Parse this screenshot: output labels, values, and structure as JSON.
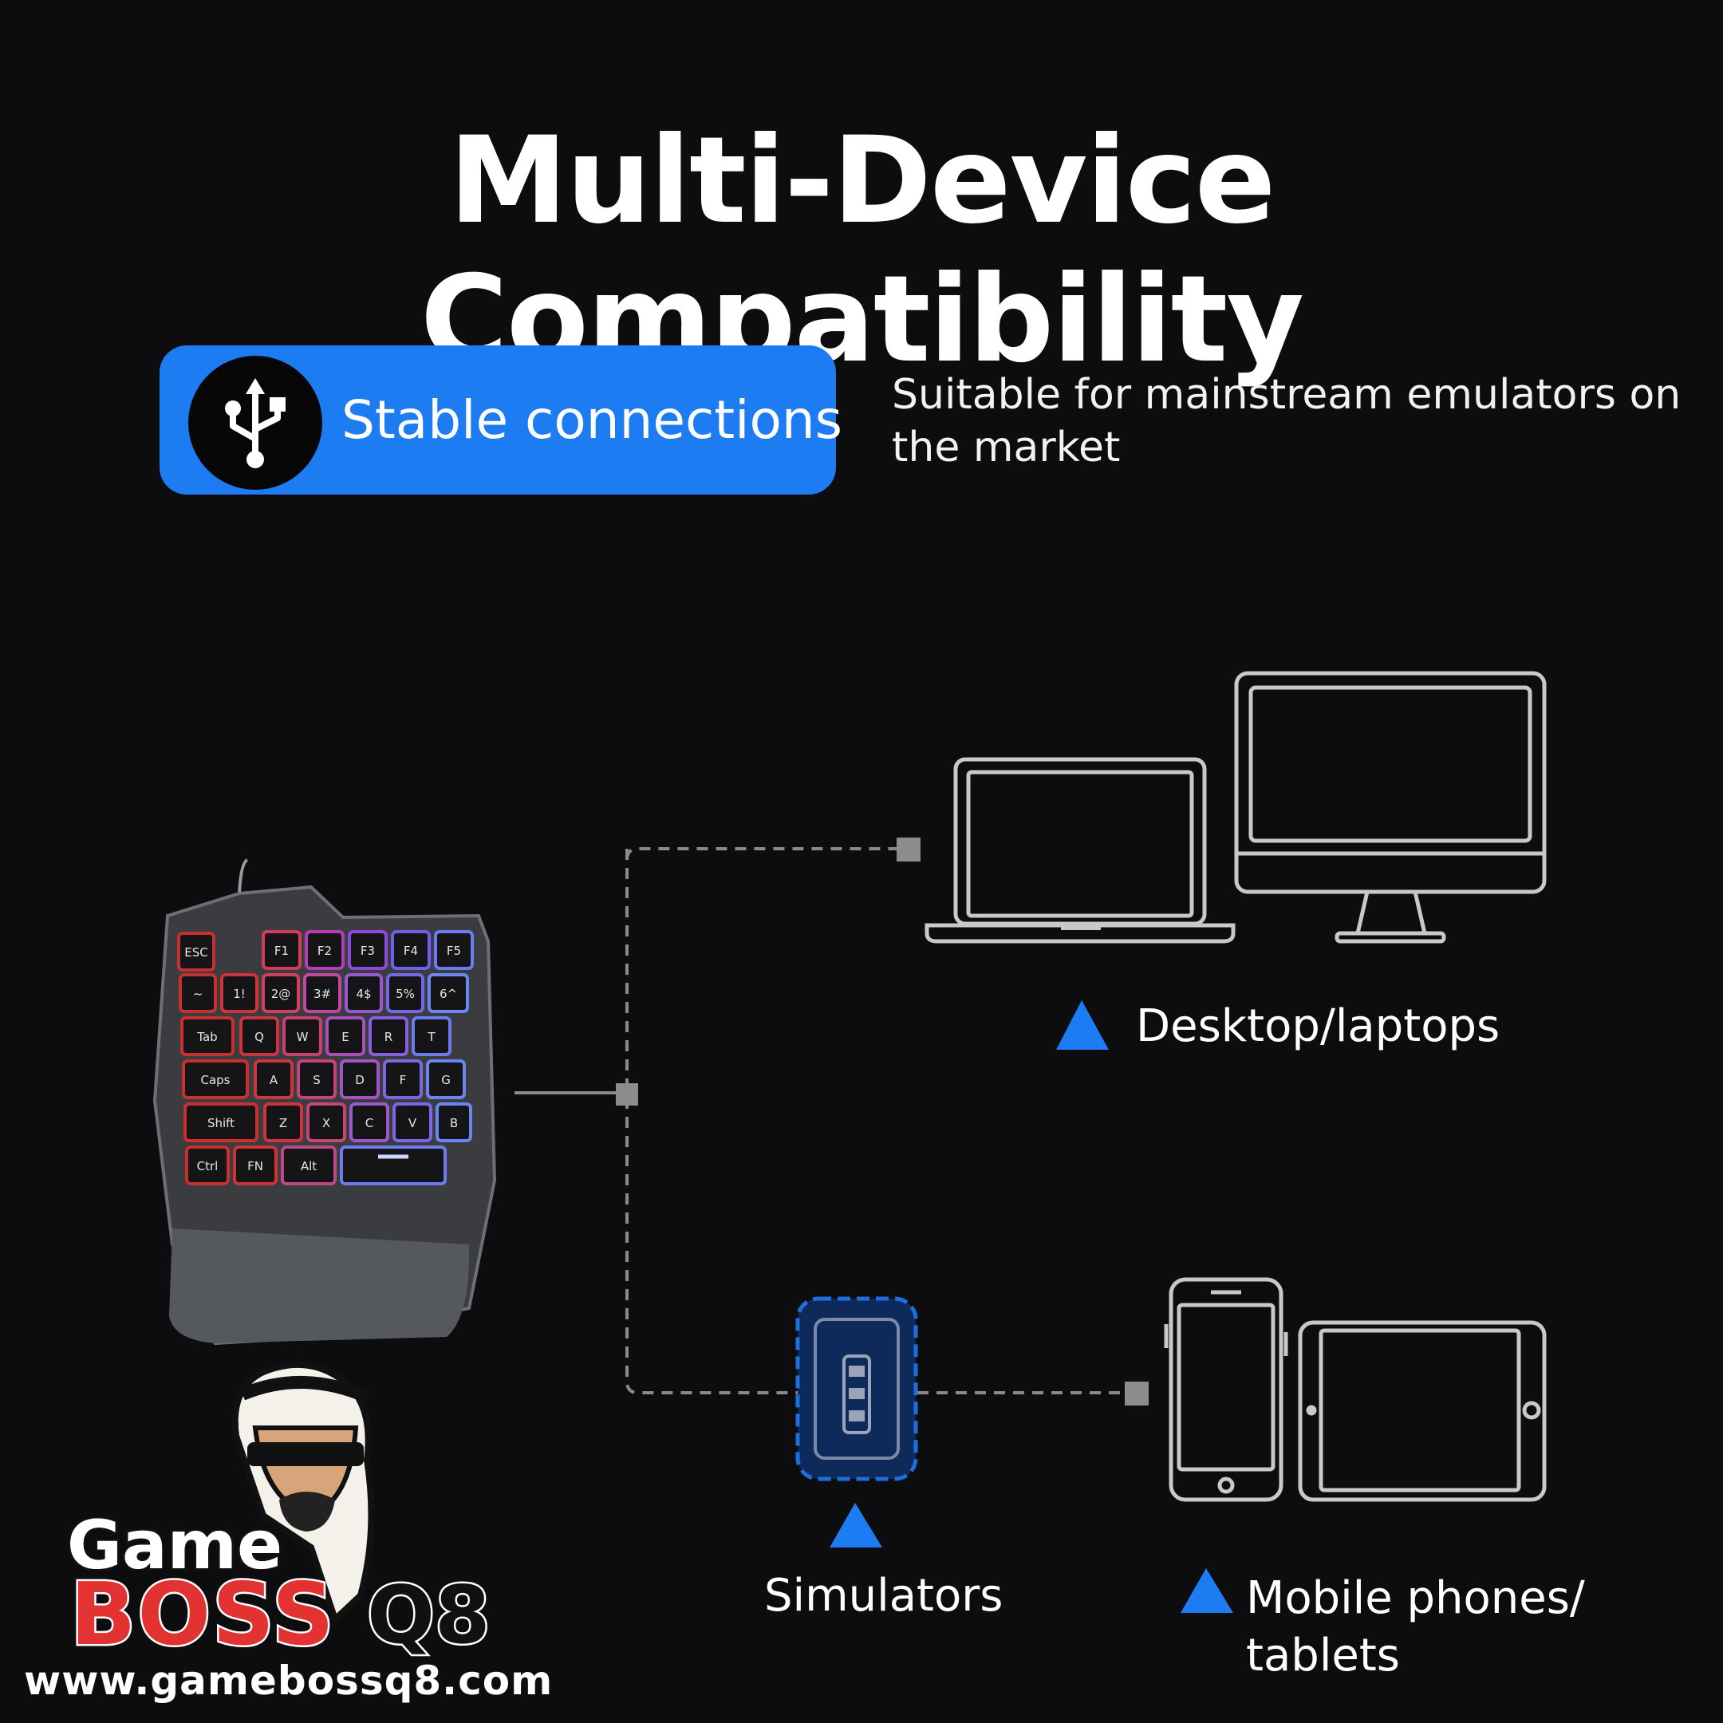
{
  "title": "Multi-Device Compatibility",
  "feature_pill": {
    "icon": "usb-icon",
    "label": "Stable connections"
  },
  "description": "Suitable for mainstream emulators on the market",
  "devices": {
    "desktop": "Desktop/laptops",
    "simulators": "Simulators",
    "mobile": "Mobile phones/ tablets"
  },
  "keyboard_keys": {
    "row1": [
      "ESC",
      "F1",
      "F2",
      "F3",
      "F4",
      "F5"
    ],
    "row2": [
      "~",
      "1!",
      "2@",
      "3#",
      "4$",
      "5%",
      "6^"
    ],
    "row3": [
      "Tab",
      "Q",
      "W",
      "E",
      "R",
      "T"
    ],
    "row4": [
      "Caps",
      "A",
      "S",
      "D",
      "F",
      "G"
    ],
    "row5": [
      "Shift",
      "Z",
      "X",
      "C",
      "V",
      "B"
    ],
    "row6": [
      "Ctrl",
      "FN",
      "Alt"
    ]
  },
  "logo": {
    "game": "Game",
    "boss": "BOSS",
    "q8": "Q8"
  },
  "website": "www.gamebossq8.com",
  "colors": {
    "background": "#0d0d10",
    "accent_blue": "#1d7cf2",
    "line_gray": "#8a8a8a",
    "logo_red": "#e23232"
  }
}
